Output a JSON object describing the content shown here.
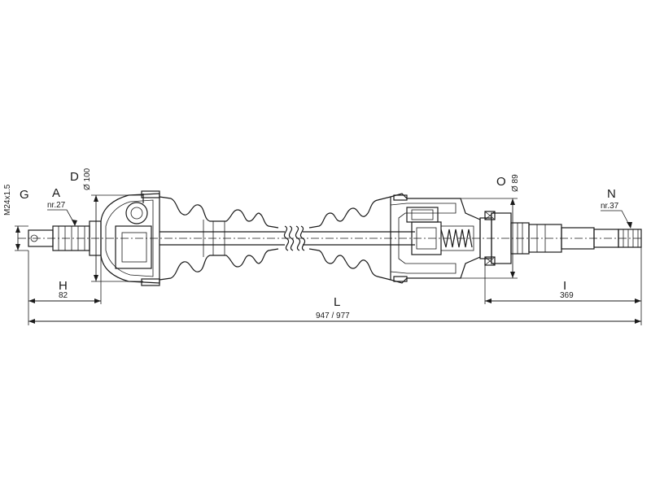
{
  "labels": {
    "G": "G",
    "A": "A",
    "D": "D",
    "H": "H",
    "L": "L",
    "O": "O",
    "N": "N",
    "I": "I"
  },
  "values": {
    "thread": "M24x1.5",
    "spline_left": "nr.27",
    "diameter_left": "Ø 100",
    "length_h": "82",
    "length_total": "947 / 977",
    "diameter_right": "Ø 89",
    "spline_right": "nr.37",
    "length_i": "369"
  }
}
